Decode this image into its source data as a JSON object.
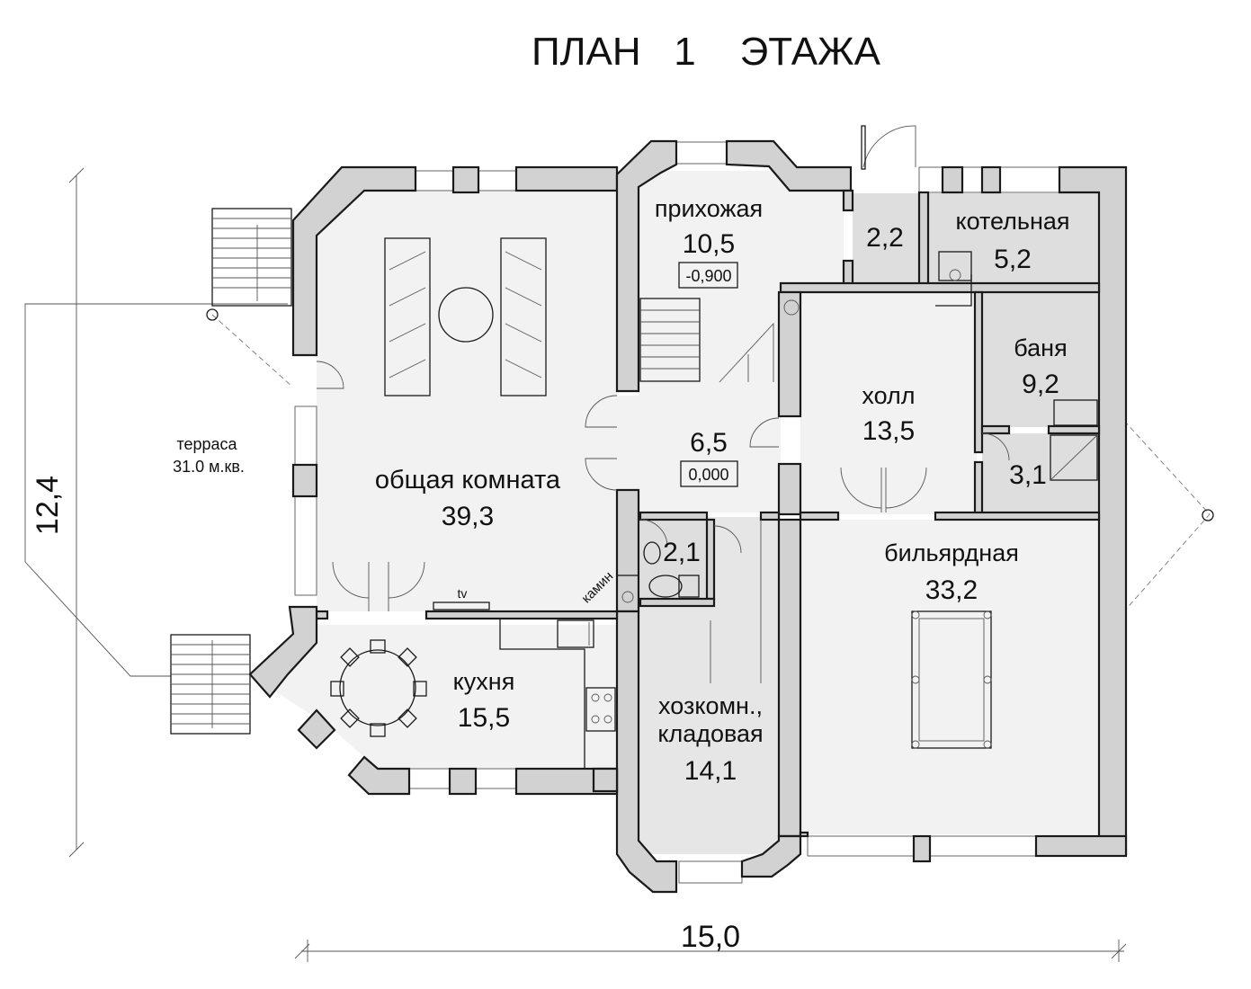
{
  "title": "ПЛАН   1    ЭТАЖА",
  "dimensions": {
    "width": "15,0",
    "depth": "12,4"
  },
  "rooms": [
    {
      "name": "прихожая",
      "area": "10,5",
      "level": "-0,900"
    },
    {
      "name": "",
      "area": "2,2"
    },
    {
      "name": "котельная",
      "area": "5,2"
    },
    {
      "name": "баня",
      "area": "9,2"
    },
    {
      "name": "холл",
      "area": "13,5"
    },
    {
      "name": "",
      "area": "3,1"
    },
    {
      "name": "",
      "area": "6,5",
      "level": "0,000"
    },
    {
      "name": "общая комната",
      "area": "39,3"
    },
    {
      "name": "",
      "area": "2,1"
    },
    {
      "name": "бильярдная",
      "area": "33,2"
    },
    {
      "name": "кухня",
      "area": "15,5"
    },
    {
      "name": "хозкомн.,",
      "name2": "кладовая",
      "area": "14,1"
    }
  ],
  "terrace": {
    "name": "терраса",
    "area": "31.0 м.кв."
  },
  "annotations": {
    "tv": "tv",
    "fireplace": "камин"
  }
}
